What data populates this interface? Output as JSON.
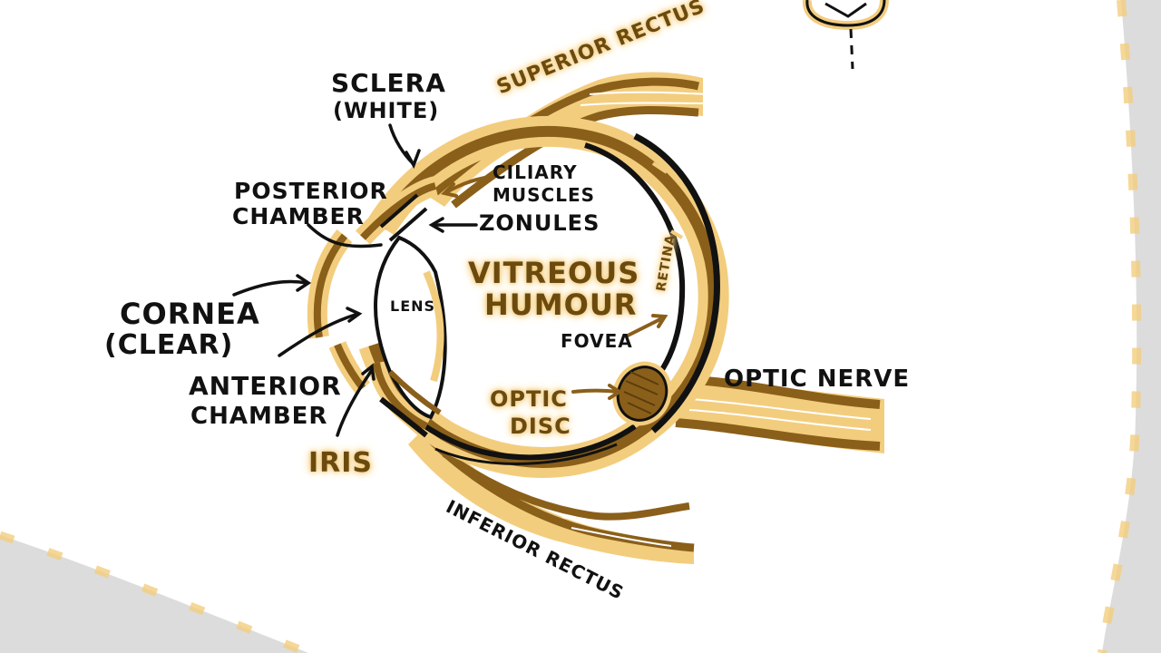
{
  "colors": {
    "ink": "#111111",
    "brown": "#8a5f1a",
    "highlight": "#f3cd7e",
    "paper_edge": "#dcdcdc"
  },
  "labels": {
    "superior_rectus": "SUPERIOR RECTUS",
    "sclera_line1": "SCLERA",
    "sclera_line2": "(WHITE)",
    "ciliary_line1": "CILIARY",
    "ciliary_line2": "MUSCLES",
    "zonules": "ZONULES",
    "posterior_line1": "POSTERIOR",
    "posterior_line2": "CHAMBER",
    "vitreous_line1": "VITREOUS",
    "vitreous_line2": "HUMOUR",
    "retina": "RETINA",
    "lens": "LENS",
    "cornea_line1": "CORNEA",
    "cornea_line2": "(CLEAR)",
    "fovea": "FOVEA",
    "optic_nerve": "OPTIC NERVE",
    "anterior_line1": "ANTERIOR",
    "anterior_line2": "CHAMBER",
    "optic_disc_line1": "OPTIC",
    "optic_disc_line2": "DISC",
    "iris": "IRIS",
    "inferior_rectus": "INFERIOR RECTUS"
  }
}
